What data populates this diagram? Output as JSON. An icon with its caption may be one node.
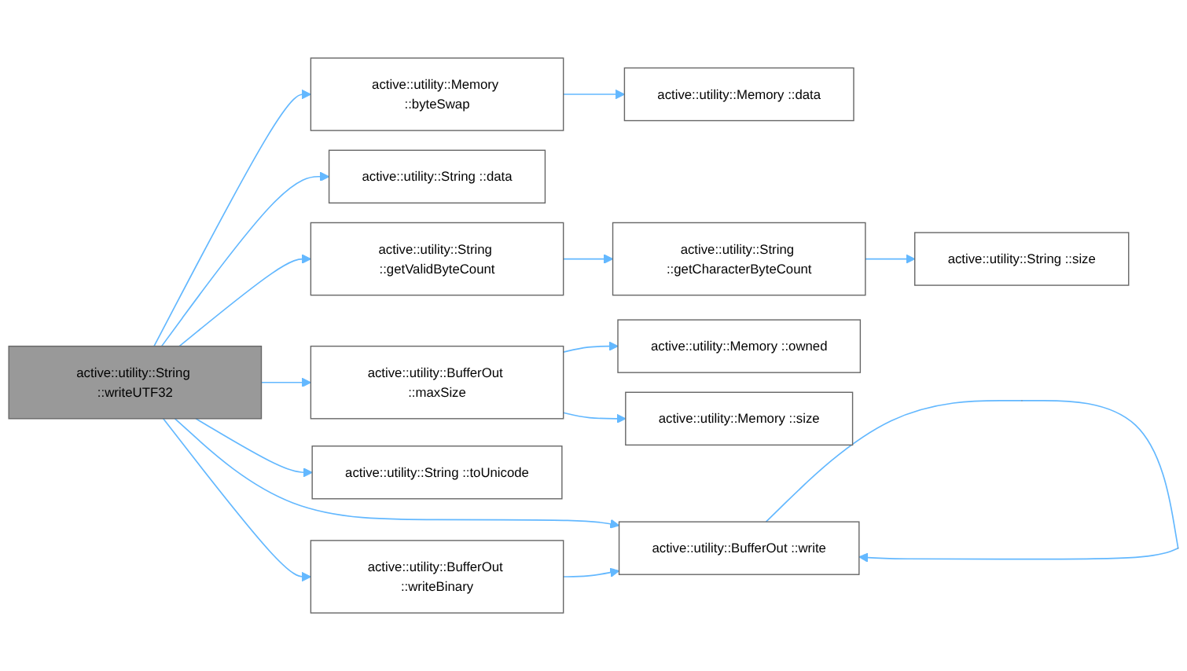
{
  "diagram": {
    "nodes": [
      {
        "text": [
          "active::utility::String ::writeUTF32"
        ]
      },
      {
        "text": [
          "active::utility::Memory ::byteSwap"
        ]
      },
      {
        "text": [
          "active::utility::Memory ::data"
        ]
      },
      {
        "text": [
          "active::utility::String ::data"
        ]
      },
      {
        "text": [
          "active::utility::String ::getValidByteCount"
        ]
      },
      {
        "text": [
          "active::utility::String ::getCharacterByteCount"
        ]
      },
      {
        "text": [
          "active::utility::String ::size"
        ]
      },
      {
        "text": [
          "active::utility::BufferOut ::maxSize"
        ]
      },
      {
        "text": [
          "active::utility::Memory ::owned"
        ]
      },
      {
        "text": [
          "active::utility::Memory ::size"
        ]
      },
      {
        "text": [
          "active::utility::String ::toUnicode"
        ]
      },
      {
        "text": [
          "active::utility::BufferOut ::writeBinary"
        ]
      },
      {
        "text": [
          "active::utility::BufferOut ::write"
        ]
      }
    ],
    "edges": [
      {
        "from": 0,
        "to": 1,
        "arrow": "to"
      },
      {
        "from": 1,
        "to": 2,
        "arrow": "to"
      },
      {
        "from": 0,
        "to": 3,
        "arrow": "to"
      },
      {
        "from": 0,
        "to": 4,
        "arrow": "to"
      },
      {
        "from": 4,
        "to": 5,
        "arrow": "to"
      },
      {
        "from": 5,
        "to": 6,
        "arrow": "to"
      },
      {
        "from": 0,
        "to": 7,
        "arrow": "to"
      },
      {
        "from": 7,
        "to": 8,
        "arrow": "to"
      },
      {
        "from": 7,
        "to": 9,
        "arrow": "to"
      },
      {
        "from": 0,
        "to": 10,
        "arrow": "to"
      },
      {
        "from": 0,
        "to": 12,
        "arrow": "to"
      },
      {
        "from": 0,
        "to": 11,
        "arrow": "to"
      },
      {
        "from": 11,
        "to": 12,
        "arrow": "to"
      },
      {
        "from": 12,
        "to": 12,
        "arrow": "to"
      }
    ]
  }
}
